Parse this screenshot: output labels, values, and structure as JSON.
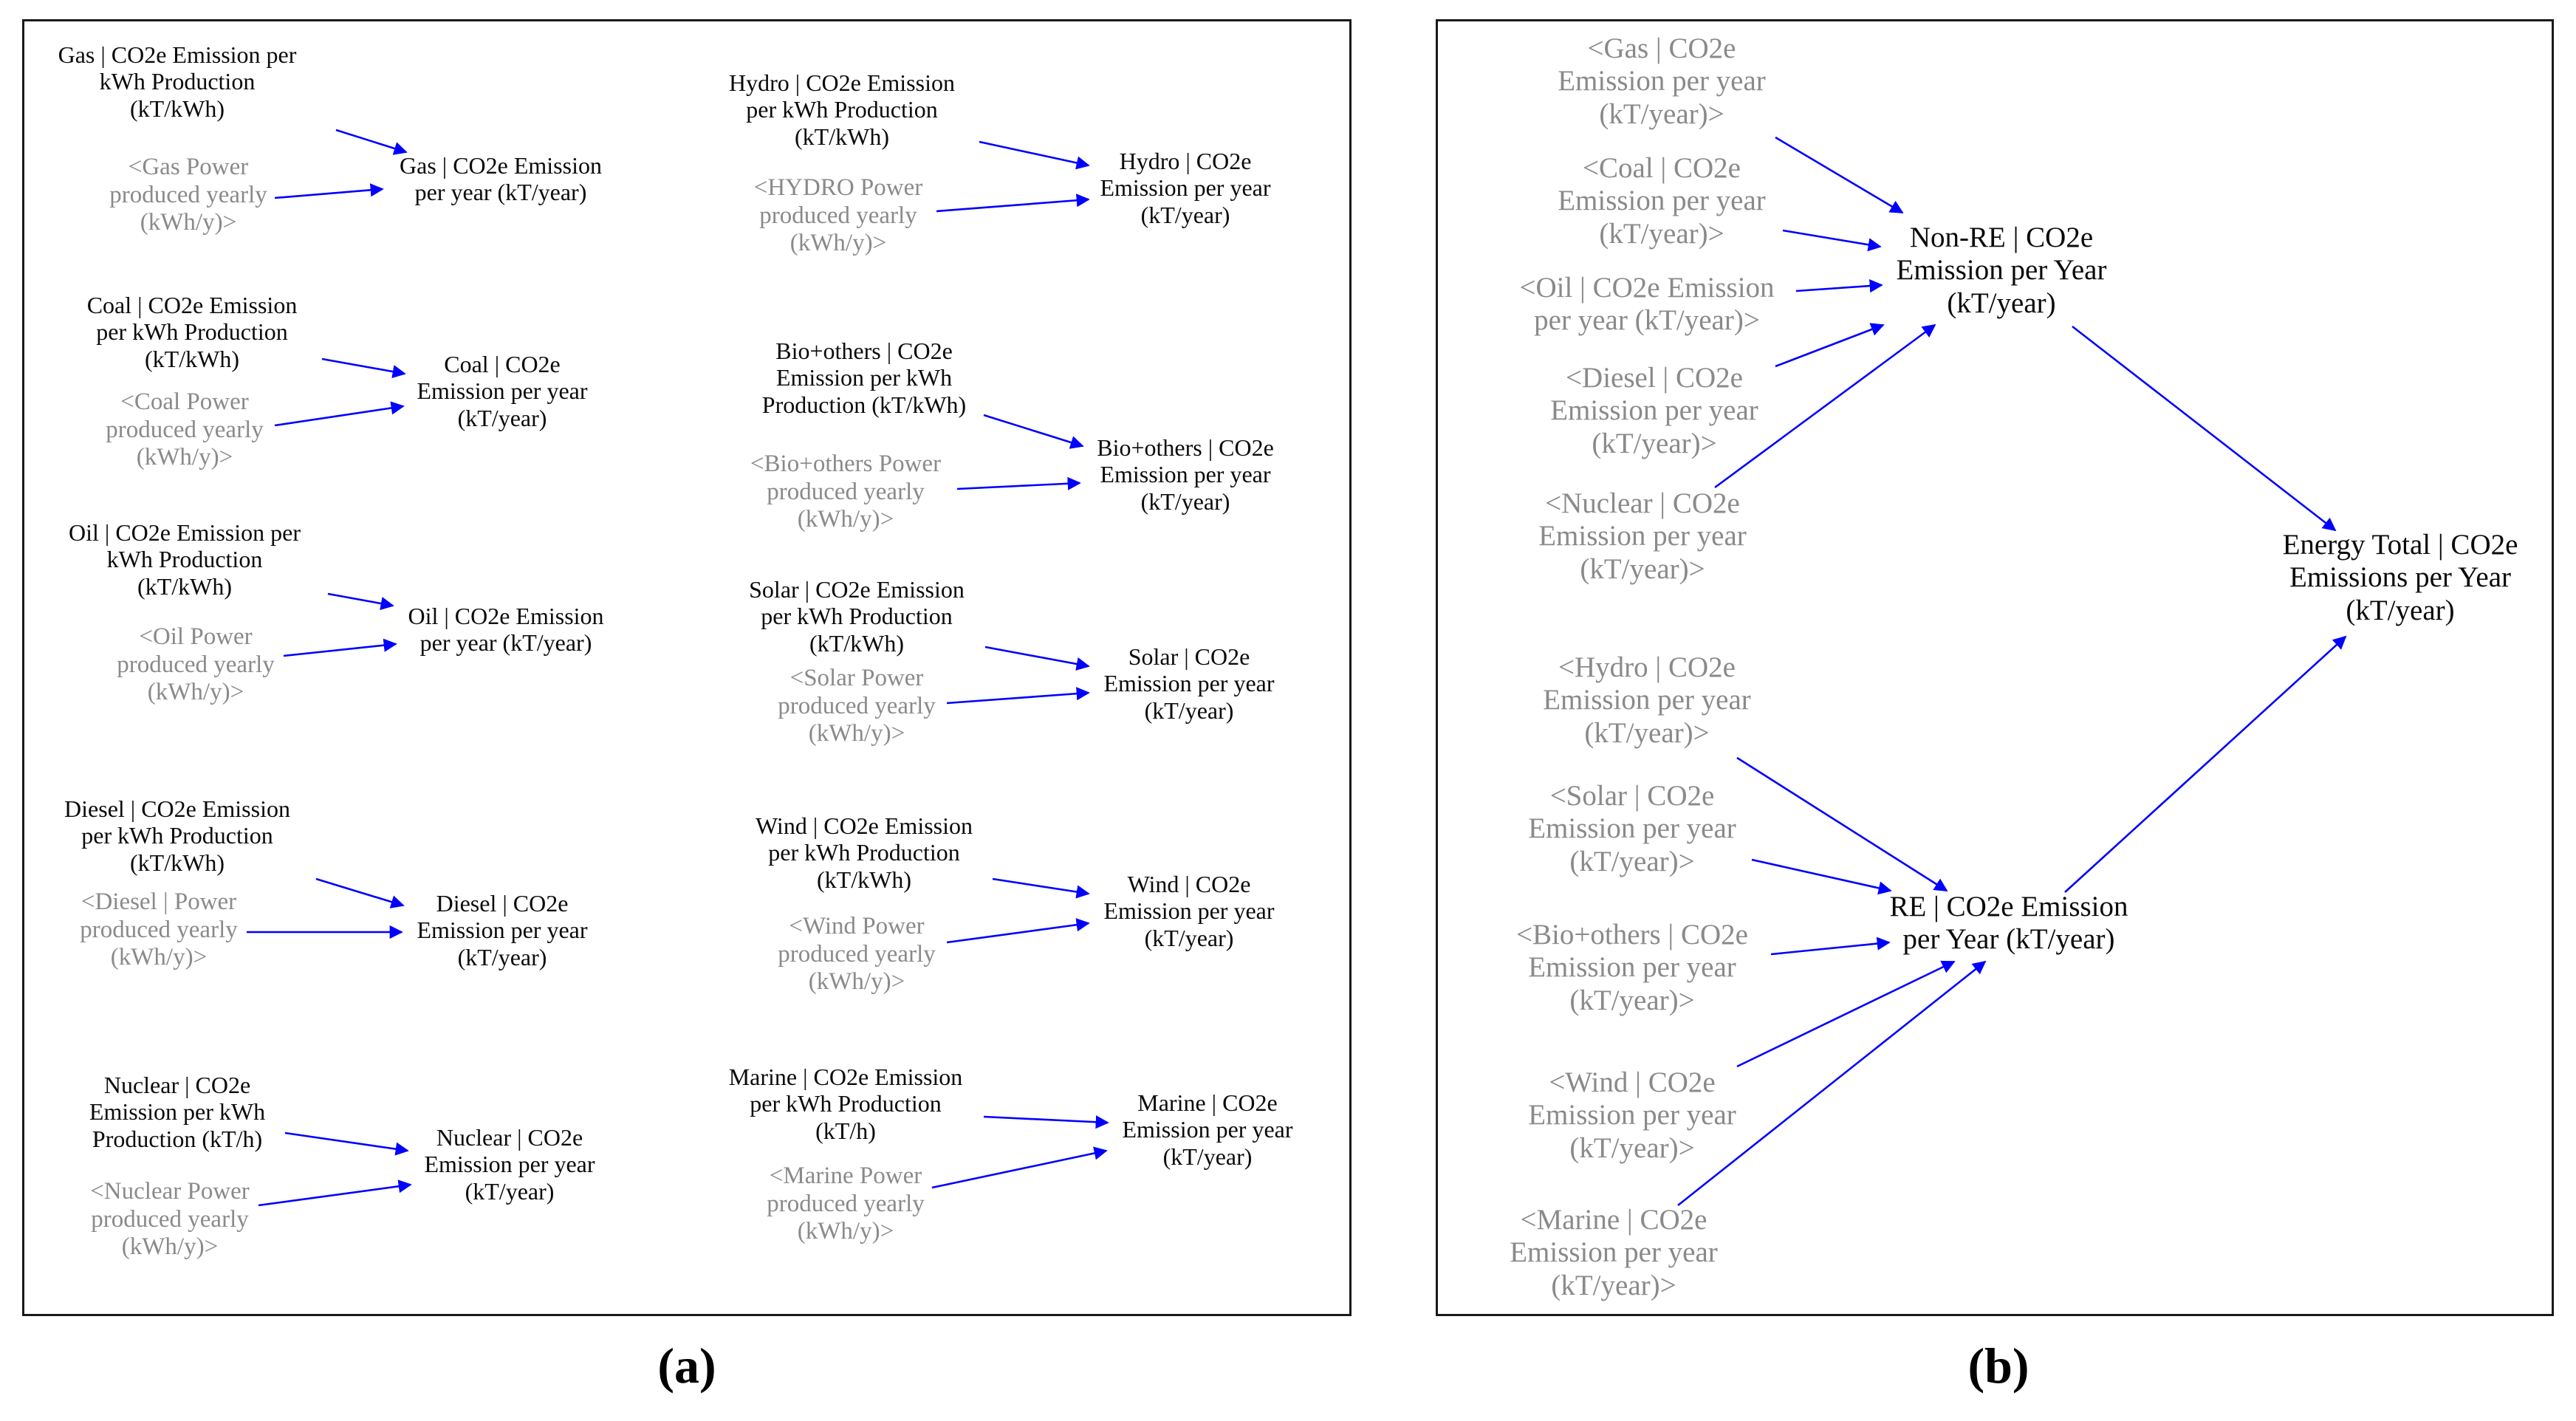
{
  "panel_a": {
    "nodes": [
      {
        "id": "gas-rate",
        "text": "Gas | CO2e Emission per\nkWh Production\n(kT/kWh)",
        "kind": "var"
      },
      {
        "id": "gas-power",
        "text": "<Gas Power\nproduced yearly\n(kWh/y)>",
        "kind": "shadow"
      },
      {
        "id": "gas-emission",
        "text": "Gas | CO2e Emission\nper year (kT/year)",
        "kind": "var"
      },
      {
        "id": "coal-rate",
        "text": "Coal | CO2e Emission\nper kWh Production\n(kT/kWh)",
        "kind": "var"
      },
      {
        "id": "coal-power",
        "text": "<Coal Power\nproduced yearly\n(kWh/y)>",
        "kind": "shadow"
      },
      {
        "id": "coal-emission",
        "text": "Coal | CO2e\nEmission per year\n(kT/year)",
        "kind": "var"
      },
      {
        "id": "oil-rate",
        "text": "Oil | CO2e Emission per\nkWh Production\n(kT/kWh)",
        "kind": "var"
      },
      {
        "id": "oil-power",
        "text": "<Oil Power\nproduced yearly\n(kWh/y)>",
        "kind": "shadow"
      },
      {
        "id": "oil-emission",
        "text": "Oil | CO2e Emission\nper year (kT/year)",
        "kind": "var"
      },
      {
        "id": "diesel-rate",
        "text": "Diesel | CO2e Emission\nper kWh Production\n(kT/kWh)",
        "kind": "var"
      },
      {
        "id": "diesel-power",
        "text": "<Diesel | Power\nproduced yearly\n(kWh/y)>",
        "kind": "shadow"
      },
      {
        "id": "diesel-emission",
        "text": "Diesel | CO2e\nEmission per year\n(kT/year)",
        "kind": "var"
      },
      {
        "id": "nuclear-rate",
        "text": "Nuclear | CO2e\nEmission per kWh\nProduction (kT/h)",
        "kind": "var"
      },
      {
        "id": "nuclear-power",
        "text": "<Nuclear Power\nproduced yearly\n(kWh/y)>",
        "kind": "shadow"
      },
      {
        "id": "nuclear-emission",
        "text": "Nuclear | CO2e\nEmission per year\n(kT/year)",
        "kind": "var"
      },
      {
        "id": "hydro-rate",
        "text": "Hydro | CO2e Emission\nper kWh Production\n(kT/kWh)",
        "kind": "var"
      },
      {
        "id": "hydro-power",
        "text": "<HYDRO Power\nproduced yearly\n(kWh/y)>",
        "kind": "shadow"
      },
      {
        "id": "hydro-emission",
        "text": "Hydro | CO2e\nEmission per year\n(kT/year)",
        "kind": "var"
      },
      {
        "id": "bio-rate",
        "text": "Bio+others | CO2e\nEmission per kWh\nProduction (kT/kWh)",
        "kind": "var"
      },
      {
        "id": "bio-power",
        "text": "<Bio+others Power\nproduced yearly\n(kWh/y)>",
        "kind": "shadow"
      },
      {
        "id": "bio-emission",
        "text": "Bio+others | CO2e\nEmission per year\n(kT/year)",
        "kind": "var"
      },
      {
        "id": "solar-rate",
        "text": "Solar | CO2e Emission\nper kWh Production\n(kT/kWh)",
        "kind": "var"
      },
      {
        "id": "solar-power",
        "text": "<Solar Power\nproduced yearly\n(kWh/y)>",
        "kind": "shadow"
      },
      {
        "id": "solar-emission",
        "text": "Solar | CO2e\nEmission per year\n(kT/year)",
        "kind": "var"
      },
      {
        "id": "wind-rate",
        "text": "Wind | CO2e Emission\nper kWh Production\n(kT/kWh)",
        "kind": "var"
      },
      {
        "id": "wind-power",
        "text": "<Wind Power\nproduced yearly\n(kWh/y)>",
        "kind": "shadow"
      },
      {
        "id": "wind-emission",
        "text": "Wind | CO2e\nEmission per year\n(kT/year)",
        "kind": "var"
      },
      {
        "id": "marine-rate",
        "text": "Marine | CO2e Emission\nper kWh Production\n(kT/h)",
        "kind": "var"
      },
      {
        "id": "marine-power",
        "text": "<Marine Power\nproduced yearly\n(kWh/y)>",
        "kind": "shadow"
      },
      {
        "id": "marine-emission",
        "text": "Marine | CO2e\nEmission per year\n(kT/year)",
        "kind": "var"
      }
    ],
    "caption": "(a)"
  },
  "panel_b": {
    "nodes": [
      {
        "id": "b-gas",
        "text": "<Gas | CO2e\nEmission per year\n(kT/year)>",
        "kind": "shadow"
      },
      {
        "id": "b-coal",
        "text": "<Coal | CO2e\nEmission per year\n(kT/year)>",
        "kind": "shadow"
      },
      {
        "id": "b-oil",
        "text": "<Oil | CO2e Emission\nper year (kT/year)>",
        "kind": "shadow"
      },
      {
        "id": "b-diesel",
        "text": "<Diesel | CO2e\nEmission per year\n(kT/year)>",
        "kind": "shadow"
      },
      {
        "id": "b-nuclear",
        "text": "<Nuclear | CO2e\nEmission per year\n(kT/year)>",
        "kind": "shadow"
      },
      {
        "id": "b-nonre",
        "text": "Non-RE | CO2e\nEmission per Year\n(kT/year)",
        "kind": "var"
      },
      {
        "id": "b-hydro",
        "text": "<Hydro | CO2e\nEmission per year\n(kT/year)>",
        "kind": "shadow"
      },
      {
        "id": "b-solar",
        "text": "<Solar | CO2e\nEmission per year\n(kT/year)>",
        "kind": "shadow"
      },
      {
        "id": "b-bio",
        "text": "<Bio+others | CO2e\nEmission per year\n(kT/year)>",
        "kind": "shadow"
      },
      {
        "id": "b-wind",
        "text": "<Wind | CO2e\nEmission per year\n(kT/year)>",
        "kind": "shadow"
      },
      {
        "id": "b-marine",
        "text": "<Marine | CO2e\nEmission per year\n(kT/year)>",
        "kind": "shadow"
      },
      {
        "id": "b-re",
        "text": "RE | CO2e Emission\nper Year (kT/year)",
        "kind": "var"
      },
      {
        "id": "b-total",
        "text": "Energy Total | CO2e\nEmissions per Year\n(kT/year)",
        "kind": "var"
      }
    ],
    "caption": "(b)"
  },
  "edges": [
    [
      "gas-rate",
      "gas-emission"
    ],
    [
      "gas-power",
      "gas-emission"
    ],
    [
      "coal-rate",
      "coal-emission"
    ],
    [
      "coal-power",
      "coal-emission"
    ],
    [
      "oil-rate",
      "oil-emission"
    ],
    [
      "oil-power",
      "oil-emission"
    ],
    [
      "diesel-rate",
      "diesel-emission"
    ],
    [
      "diesel-power",
      "diesel-emission"
    ],
    [
      "nuclear-rate",
      "nuclear-emission"
    ],
    [
      "nuclear-power",
      "nuclear-emission"
    ],
    [
      "hydro-rate",
      "hydro-emission"
    ],
    [
      "hydro-power",
      "hydro-emission"
    ],
    [
      "bio-rate",
      "bio-emission"
    ],
    [
      "bio-power",
      "bio-emission"
    ],
    [
      "solar-rate",
      "solar-emission"
    ],
    [
      "solar-power",
      "solar-emission"
    ],
    [
      "wind-rate",
      "wind-emission"
    ],
    [
      "wind-power",
      "wind-emission"
    ],
    [
      "marine-rate",
      "marine-emission"
    ],
    [
      "marine-power",
      "marine-emission"
    ],
    [
      "b-gas",
      "b-nonre"
    ],
    [
      "b-coal",
      "b-nonre"
    ],
    [
      "b-oil",
      "b-nonre"
    ],
    [
      "b-diesel",
      "b-nonre"
    ],
    [
      "b-nuclear",
      "b-nonre"
    ],
    [
      "b-hydro",
      "b-re"
    ],
    [
      "b-solar",
      "b-re"
    ],
    [
      "b-bio",
      "b-re"
    ],
    [
      "b-wind",
      "b-re"
    ],
    [
      "b-marine",
      "b-re"
    ],
    [
      "b-nonre",
      "b-total"
    ],
    [
      "b-re",
      "b-total"
    ]
  ],
  "colors": {
    "arrow": "#0000ff",
    "shadow_text": "#8a8a8a",
    "text": "#0a0a0a",
    "border": "#1a1a1a"
  }
}
